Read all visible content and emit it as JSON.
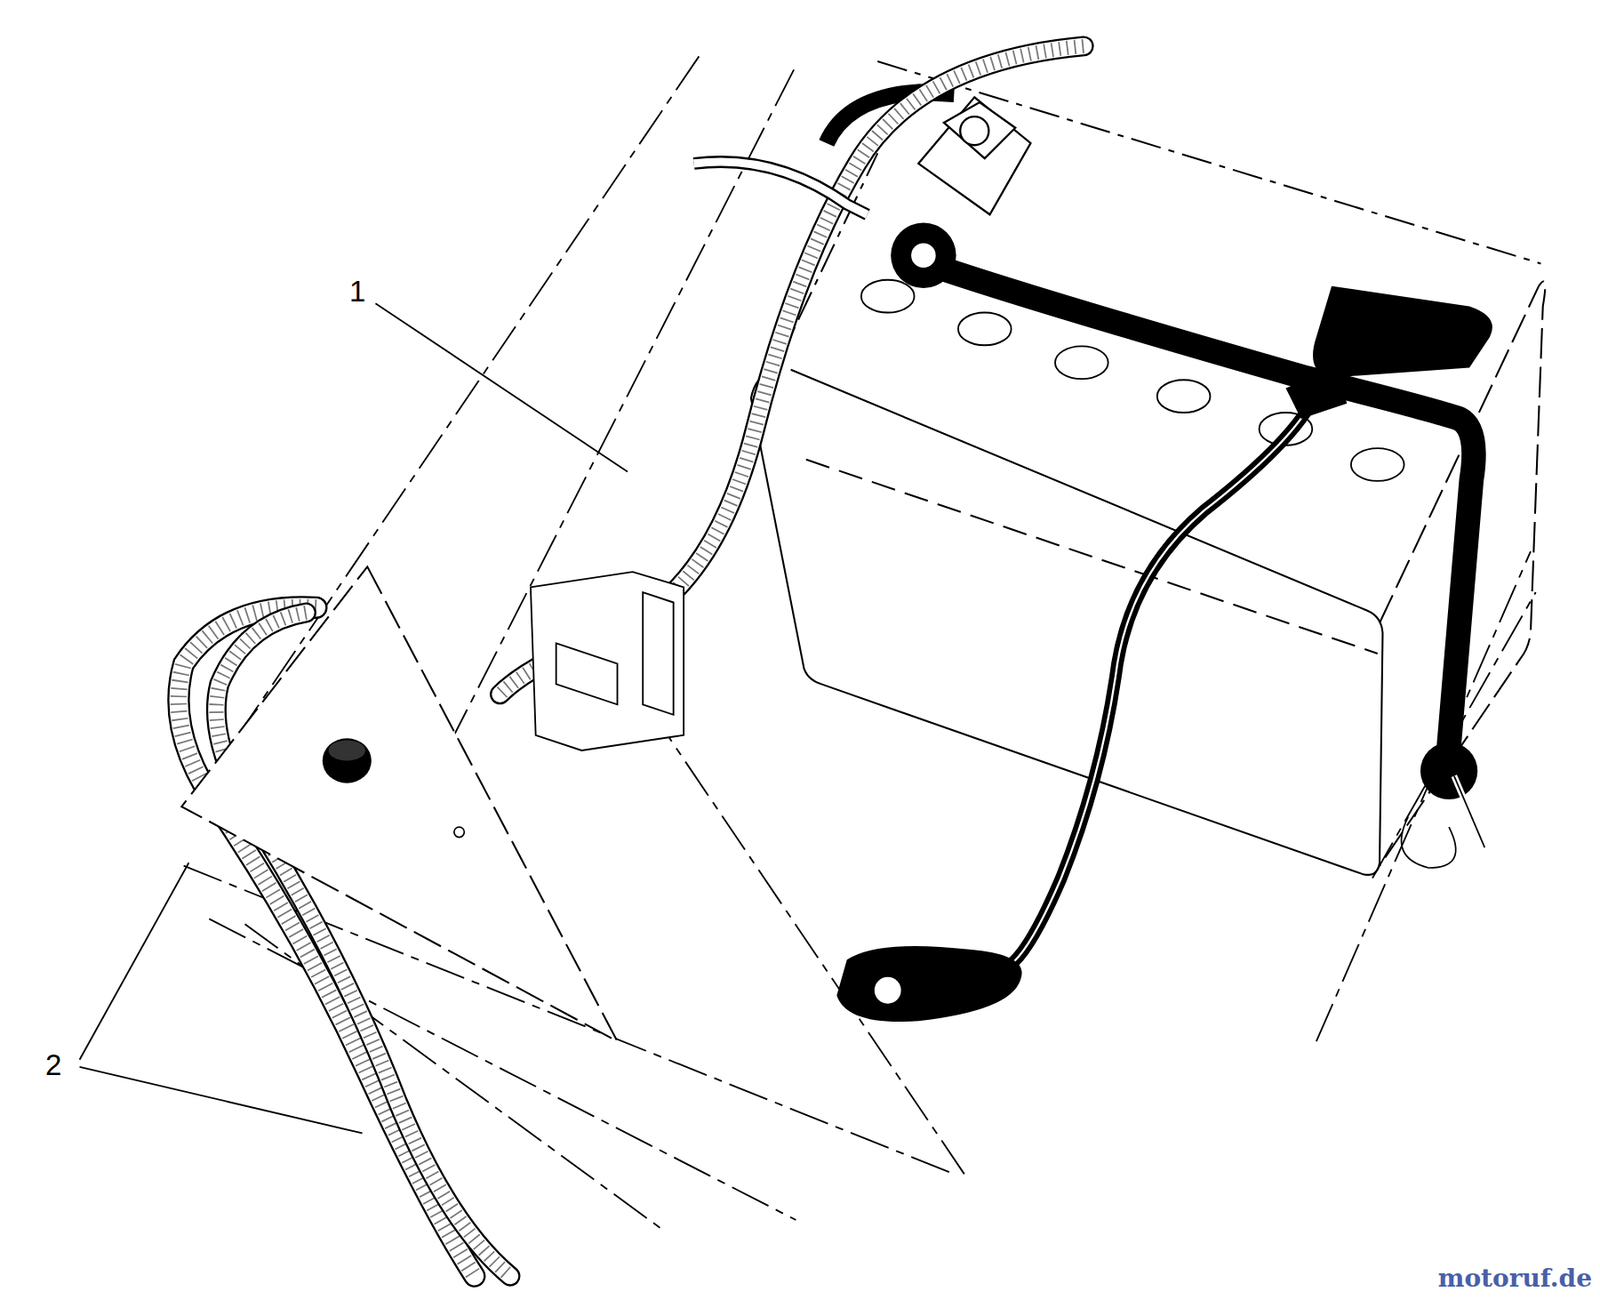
{
  "diagram": {
    "labels": [
      "1",
      "2",
      "motoruf.de"
    ]
  }
}
